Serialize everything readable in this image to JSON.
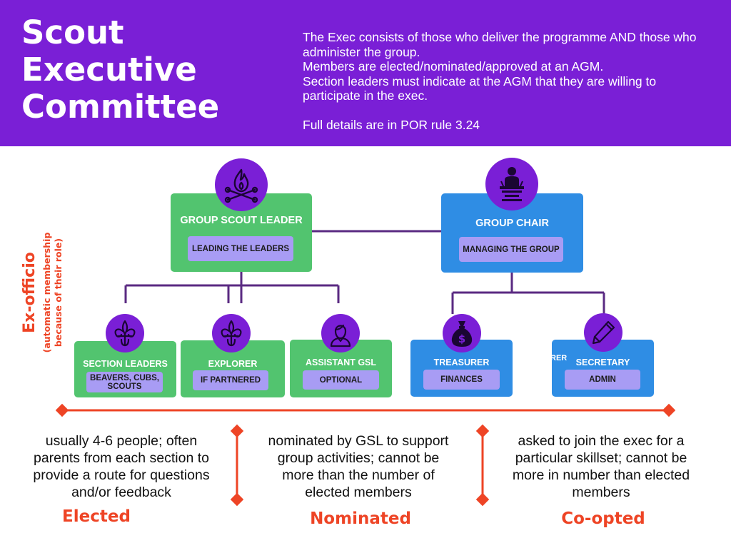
{
  "header": {
    "title_lines": [
      "Scout",
      "Executive",
      "Committee"
    ],
    "intro_lines": [
      "The Exec consists of those who deliver the programme AND those who administer the group.",
      "Members are elected/nominated/approved at an AGM.",
      "Section leaders must indicate at the AGM that they are willing to participate in the exec."
    ],
    "details": "Full details are in POR rule 3.24"
  },
  "side_label": {
    "main": "Ex-officio",
    "sub_lines": [
      "(automatic membership",
      "because of their role)"
    ]
  },
  "colors": {
    "header": "#7a1fd6",
    "green": "#52c46f",
    "blue": "#2f8de4",
    "pill": "#a89cf4",
    "line": "#5a2a82",
    "accent": "#ee4425"
  },
  "top_roles": {
    "gsl": {
      "title": "GROUP SCOUT LEADER",
      "pill": "LEADING THE LEADERS",
      "icon": "campfire-icon"
    },
    "chair": {
      "title": "GROUP CHAIR",
      "pill": "MANAGING THE GROUP",
      "icon": "chair-at-podium-icon"
    }
  },
  "roles": {
    "section": {
      "title": "SECTION LEADERS",
      "pill_lines": [
        "BEAVERS, CUBS,",
        "SCOUTS"
      ],
      "icon": "fleur-de-lis-icon"
    },
    "explorer": {
      "title_lines": [
        "EXPLORER",
        "LEADER"
      ],
      "pill": "IF PARTNERED",
      "icon": "fleur-de-lis-icon"
    },
    "agsl": {
      "title": "ASSISTANT GSL",
      "pill": "OPTIONAL",
      "icon": "person-icon"
    },
    "treasurer": {
      "title": "TREASURER",
      "pill": "FINANCES",
      "icon": "money-bag-icon"
    },
    "secretary": {
      "title": "SECRETARY",
      "pill": "ADMIN",
      "icon": "pencil-icon"
    },
    "hidden_fragment": "RER"
  },
  "categories": [
    {
      "label": "Elected",
      "desc_lines": [
        "usually 4-6 people; often",
        "parents from each section to",
        "provide a route for questions",
        "and/or feedback"
      ]
    },
    {
      "label": "Nominated",
      "desc_lines": [
        "nominated by GSL to support",
        "group activities; cannot be",
        "more than the number of",
        "elected members"
      ]
    },
    {
      "label": "Co-opted",
      "desc_lines": [
        "asked to join the exec for a",
        "particular skillset; cannot be",
        "more in number than elected",
        "members"
      ]
    }
  ]
}
